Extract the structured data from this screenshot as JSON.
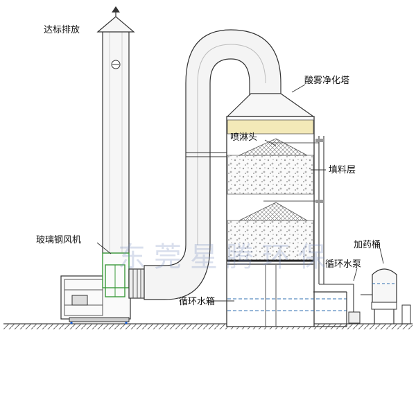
{
  "labels": {
    "exhaust": "达标排放",
    "tower": "酸雾净化塔",
    "spray_head": "喷淋头",
    "packing_layer": "填料层",
    "fan": "玻璃钢风机",
    "dosing_tank": "加药桶",
    "pump": "循环水泵",
    "water_tank": "循环水箱"
  },
  "watermark": "东莞星腾环保",
  "colors": {
    "line": "#333333",
    "duct_fill": "#f4f4f4",
    "spray_band": "#f3e9b8",
    "mesh": "#777777",
    "water": "#2f6fb0",
    "fan_frame": "#3a9a3a"
  }
}
